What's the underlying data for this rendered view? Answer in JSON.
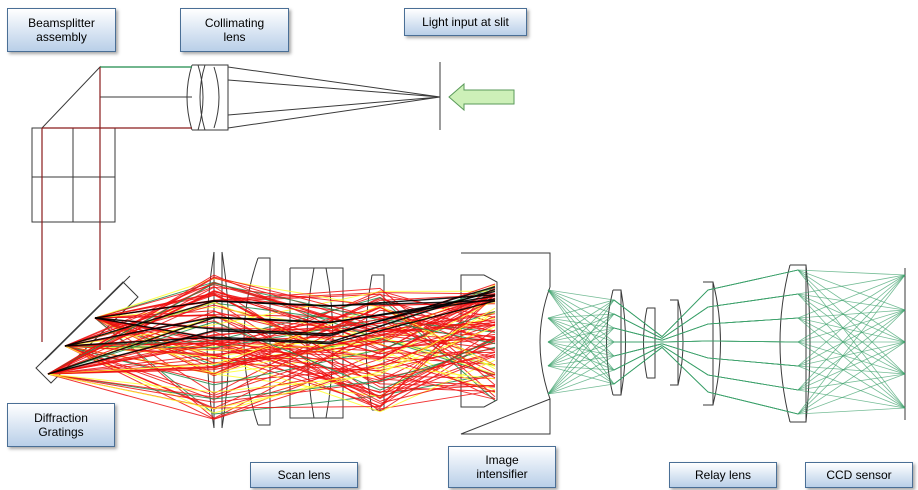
{
  "labels": {
    "beamsplitter": [
      "Beamsplitter",
      "assembly"
    ],
    "collimating": [
      "Collimating",
      "lens"
    ],
    "light_input": [
      "Light input at slit"
    ],
    "diffraction": [
      "Diffraction",
      "Gratings"
    ],
    "scan_lens": [
      "Scan lens"
    ],
    "intensifier": [
      "Image",
      "intensifier"
    ],
    "relay": [
      "Relay lens"
    ],
    "ccd": [
      "CCD sensor"
    ]
  },
  "colors": {
    "optics_outline": "#3a3a3a",
    "ray_red": "#ee1111",
    "ray_dark_red": "#8a1c1c",
    "ray_green": "#1f8a4a",
    "ray_yellow": "#ffff30",
    "ray_black": "#000000",
    "ray_relay_green": "#3aa06a",
    "arrow_fill": "#cdf0b8",
    "arrow_stroke": "#5a9a5a"
  },
  "icons": {
    "input_arrow": "left-arrow-icon"
  }
}
